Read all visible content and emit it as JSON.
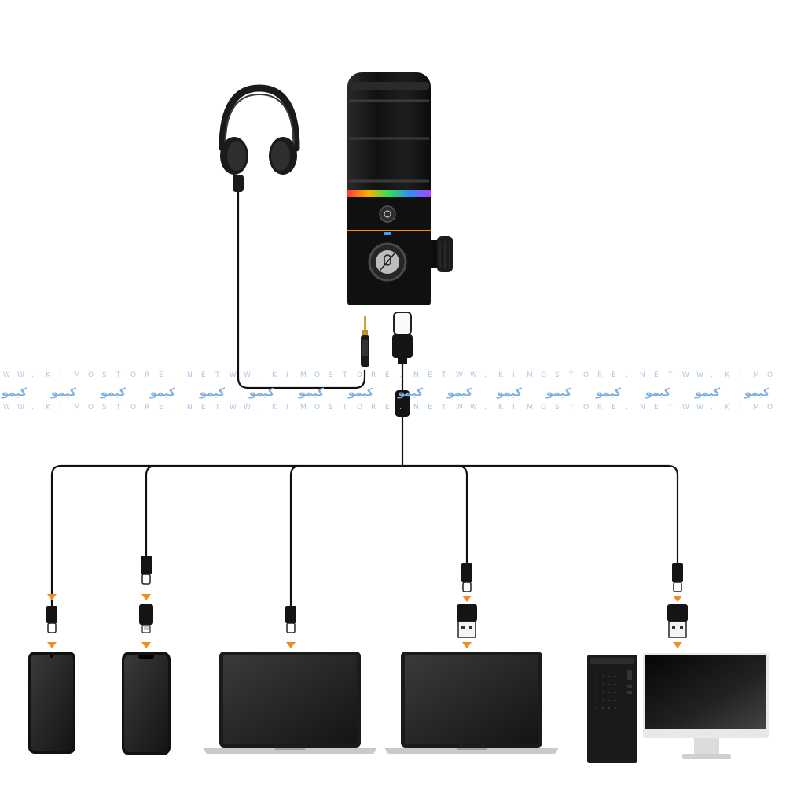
{
  "watermark": {
    "logo_text": "کیمو",
    "letters": [
      "W",
      "W",
      ".",
      "K",
      "I",
      "M",
      "O",
      "S",
      "T",
      "O",
      "R",
      "E",
      ".",
      "N",
      "E",
      "T"
    ]
  },
  "colors": {
    "cable": "#111111",
    "arrow": "#f28c1e",
    "device_body": "#1b1b1b",
    "screen": "#2a2a2a",
    "mic_body": "#141414",
    "rgb_ring": [
      "#ff3b3b",
      "#ffb000",
      "#33dd55",
      "#2e8bff",
      "#b040ff"
    ],
    "orange_trim": "#ff8c1a",
    "status_led": "#3aa0ff",
    "watermark": "#8fb8e6"
  },
  "icons": {
    "headphones": "headphones-icon",
    "microphone": "usb-microphone-icon",
    "mute_button": "mic-mute-icon",
    "monitor_button": "headphone-monitor-icon",
    "jack": "3.5mm-jack-icon",
    "usb_c": "usb-c-plug-icon",
    "lightning": "lightning-adapter-icon",
    "usb_a": "usb-a-adapter-icon",
    "android_phone": "android-phone-icon",
    "iphone": "iphone-icon",
    "laptop": "laptop-icon",
    "desktop": "desktop-computer-icon"
  }
}
